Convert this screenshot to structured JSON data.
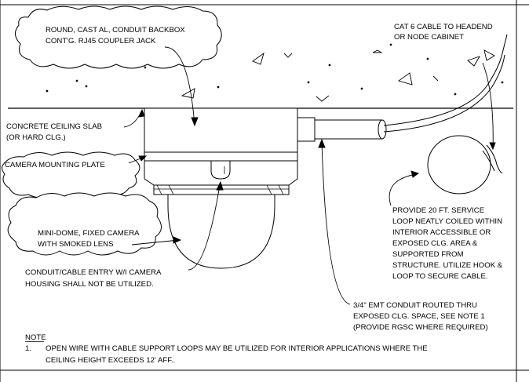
{
  "labels": {
    "backbox": [
      "ROUND, CAST AL, CONDUIT BACKBOX",
      "CONT'G. RJ45 COUPLER JACK"
    ],
    "cat6": [
      "CAT 6 CABLE TO HEADEND",
      "OR NODE CABINET"
    ],
    "slab": [
      "CONCRETE CEILING SLAB",
      "(OR HARD CLG.)"
    ],
    "plate": "CAMERA MOUNTING PLATE",
    "minidome": [
      "MINI-DOME, FIXED CAMERA",
      "WITH SMOKED LENS"
    ],
    "entry": [
      "CONDUIT/CABLE ENTRY W/I CAMERA",
      "HOUSING SHALL NOT BE UTILIZED."
    ],
    "service_loop": [
      "PROVIDE 20 FT. SERVICE",
      "LOOP NEATLY COILED WITHIN",
      "INTERIOR ACCESSIBLE OR",
      "EXPOSED CLG. AREA &",
      "SUPPORTED FROM",
      "STRUCTURE.  UTILIZE HOOK &",
      "LOOP TO SECURE CABLE."
    ],
    "emt": [
      "3/4\" EMT CONDUIT ROUTED THRU",
      "EXPOSED CLG. SPACE, SEE NOTE 1",
      "(PROVIDE RGSC WHERE REQUIRED)"
    ]
  },
  "notes": {
    "heading": "NOTE",
    "number": "1.",
    "lines": [
      "OPEN WIRE WITH CABLE SUPPORT LOOPS MAY BE UTILIZED FOR INTERIOR APPLICATIONS WHERE THE",
      "CEILING HEIGHT EXCEEDS 12' AFF.."
    ]
  }
}
